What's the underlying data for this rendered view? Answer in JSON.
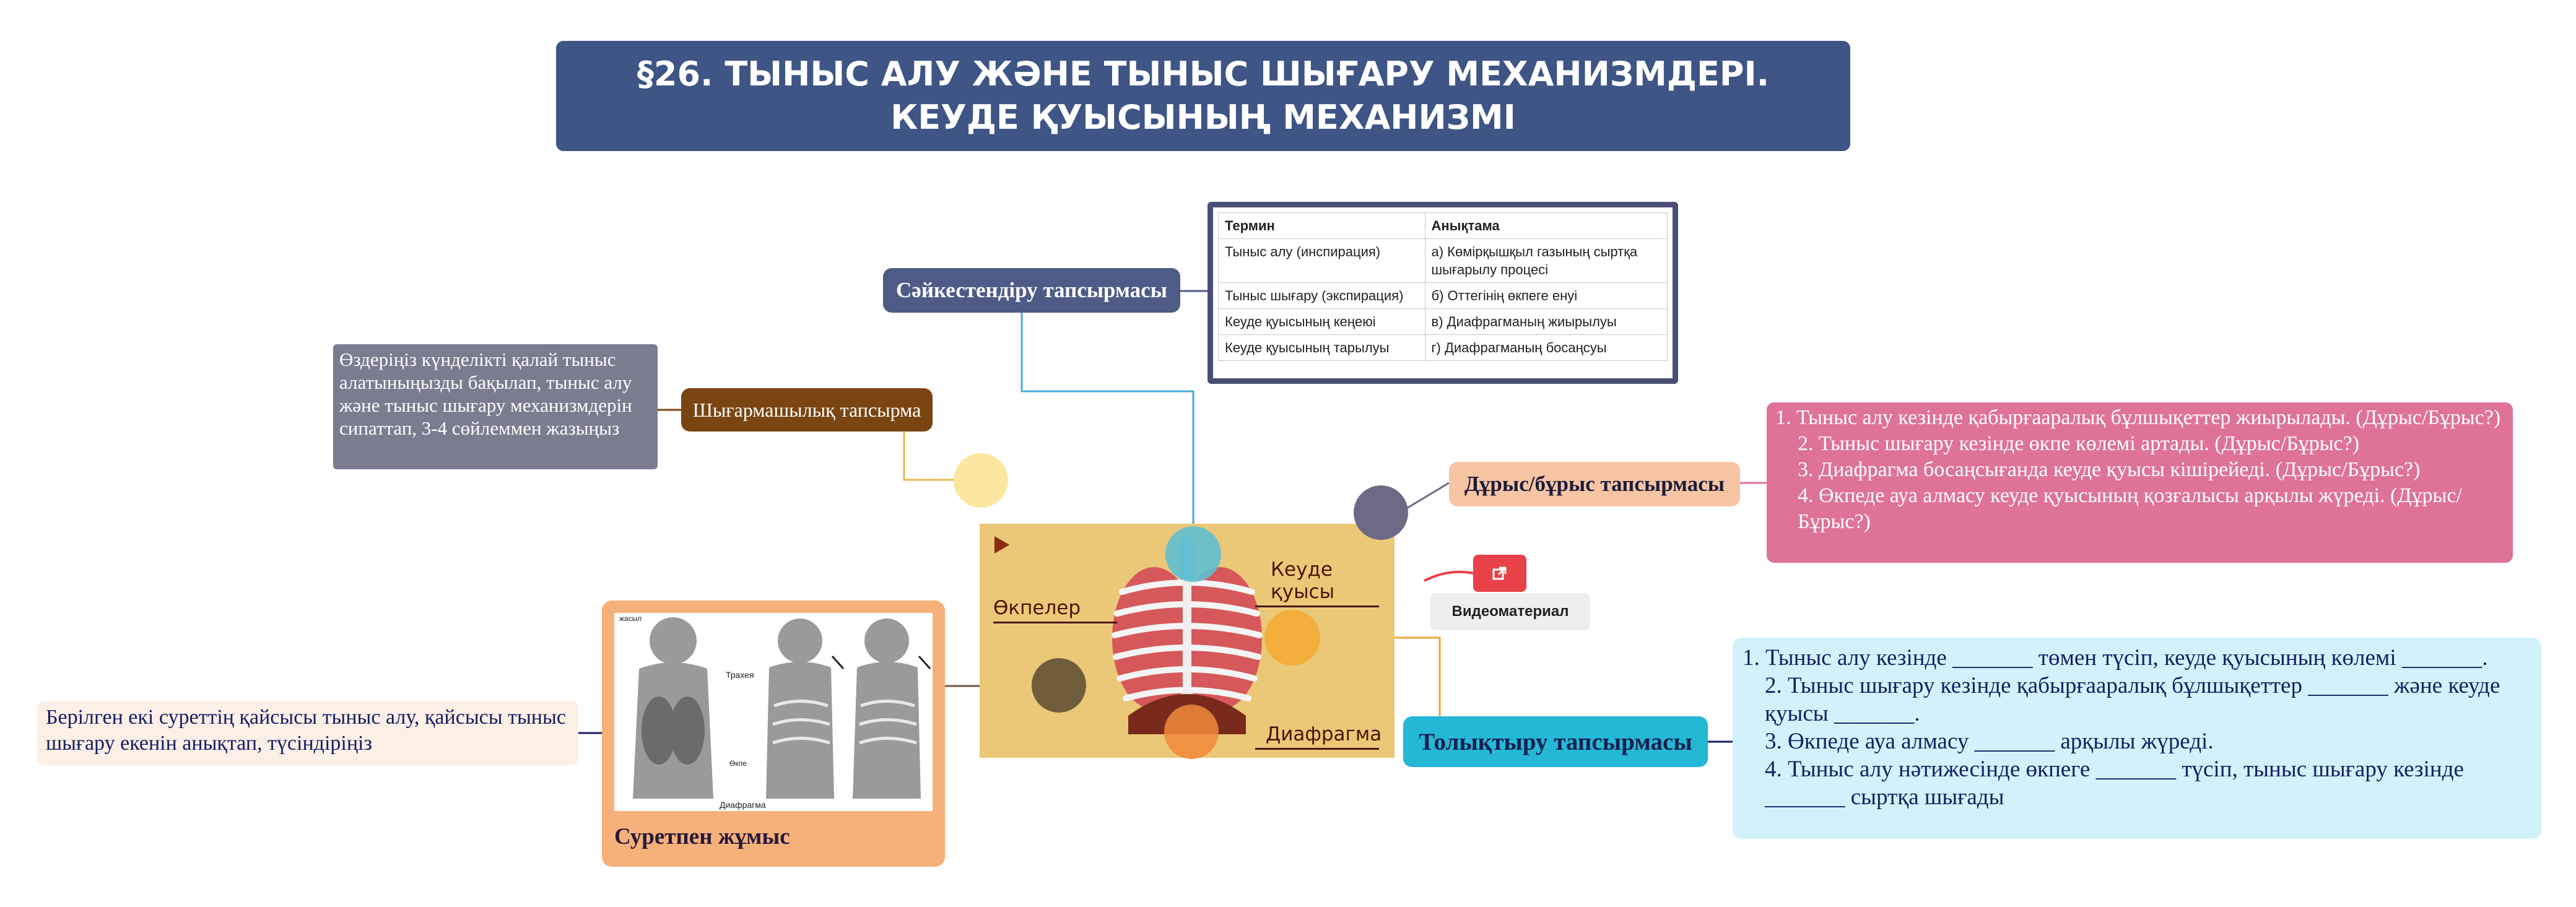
{
  "title": "§26. ТЫНЫС АЛУ ЖӘНЕ ТЫНЫС ШЫҒАРУ МЕХАНИЗМДЕРІ. КЕУДЕ ҚУЫСЫНЫҢ МЕХАНИЗМІ",
  "topics": {
    "matching": "Сәйкестендіру тапсырмасы",
    "creative": "Шығармашылық тапсырма",
    "true_false": "Дұрыс/бұрыс тапсырмасы",
    "fill": "Толықтыру тапсырмасы",
    "picture": "Суретпен жұмыс"
  },
  "matching_table": {
    "headers": [
      "Термин",
      "Анықтама"
    ],
    "rows": [
      [
        "Тыныс алу (инспирация)",
        "а) Көмірқышқыл газының сыртқа шығарылу процесі"
      ],
      [
        "Тыныс шығару (экспирация)",
        "б) Оттегінің өкпеге енуі"
      ],
      [
        "Кеуде қуысының кеңеюі",
        "в) Диафрагманың жиырылуы"
      ],
      [
        "Кеуде қуысының тарылуы",
        "г) Диафрагманың босаңсуы"
      ]
    ]
  },
  "creative_note": "Өздеріңіз күнделікті қалай тыныс алатыныңызды бақылап, тыныс алу және тыныс шығару механизмдерін сипаттап, 3-4 сөйлеммен жазыңыз",
  "true_false_items": [
    "1. Тыныс алу кезінде қабырғааралық бұлшықеттер жиырылады. (Дұрыс/Бұрыс?)",
    "2. Тыныс шығару кезінде өкпе көлемі артады. (Дұрыс/Бұрыс?)",
    "3. Диафрагма босаңсығанда кеуде қуысы кішірейеді. (Дұрыс/Бұрыс?)",
    "4. Өкпеде ауа алмасу кеуде қуысының қозғалысы арқылы жүреді. (Дұрыс/Бұрыс?)"
  ],
  "fill_items": [
    "1. Тыныс алу кезінде _______ төмен түсіп, кеуде қуысының көлемі _______.",
    "2. Тыныс шығару кезінде қабырғааралық бұлшықеттер _______ және кеуде қуысы _______.",
    "3. Өкпеде ауа алмасу _______ арқылы жүреді.",
    "4. Тыныс алу нәтижесінде өкпеге _______ түсіп, тыныс шығару кезінде _______ сыртқа шығады"
  ],
  "picture_note": "Берілген екі суреттің қайсысы тыныс алу, қайсысы тыныс шығару екенін анықтап, түсіндіріңіз",
  "picture_labels": {
    "trachea": "Трахея",
    "diaphragm": "Диафрагма",
    "lungs": "Өкпе",
    "small": "жасыл"
  },
  "center_labels": {
    "lungs": "Өкпелер",
    "chest": "Кеуде қуысы",
    "diaphragm": "Диафрагма"
  },
  "video_label": "Видеоматериал",
  "colors": {
    "title_bg": "#3e5585",
    "matching_bg": "#4d5b86",
    "creative_bg": "#7a4511",
    "tf_bg": "#f8c5a4",
    "fill_bg": "#25b7d6",
    "picture_bg": "#f6b07a",
    "tf_card": "#de7397",
    "fill_card": "#d2f2fb"
  }
}
